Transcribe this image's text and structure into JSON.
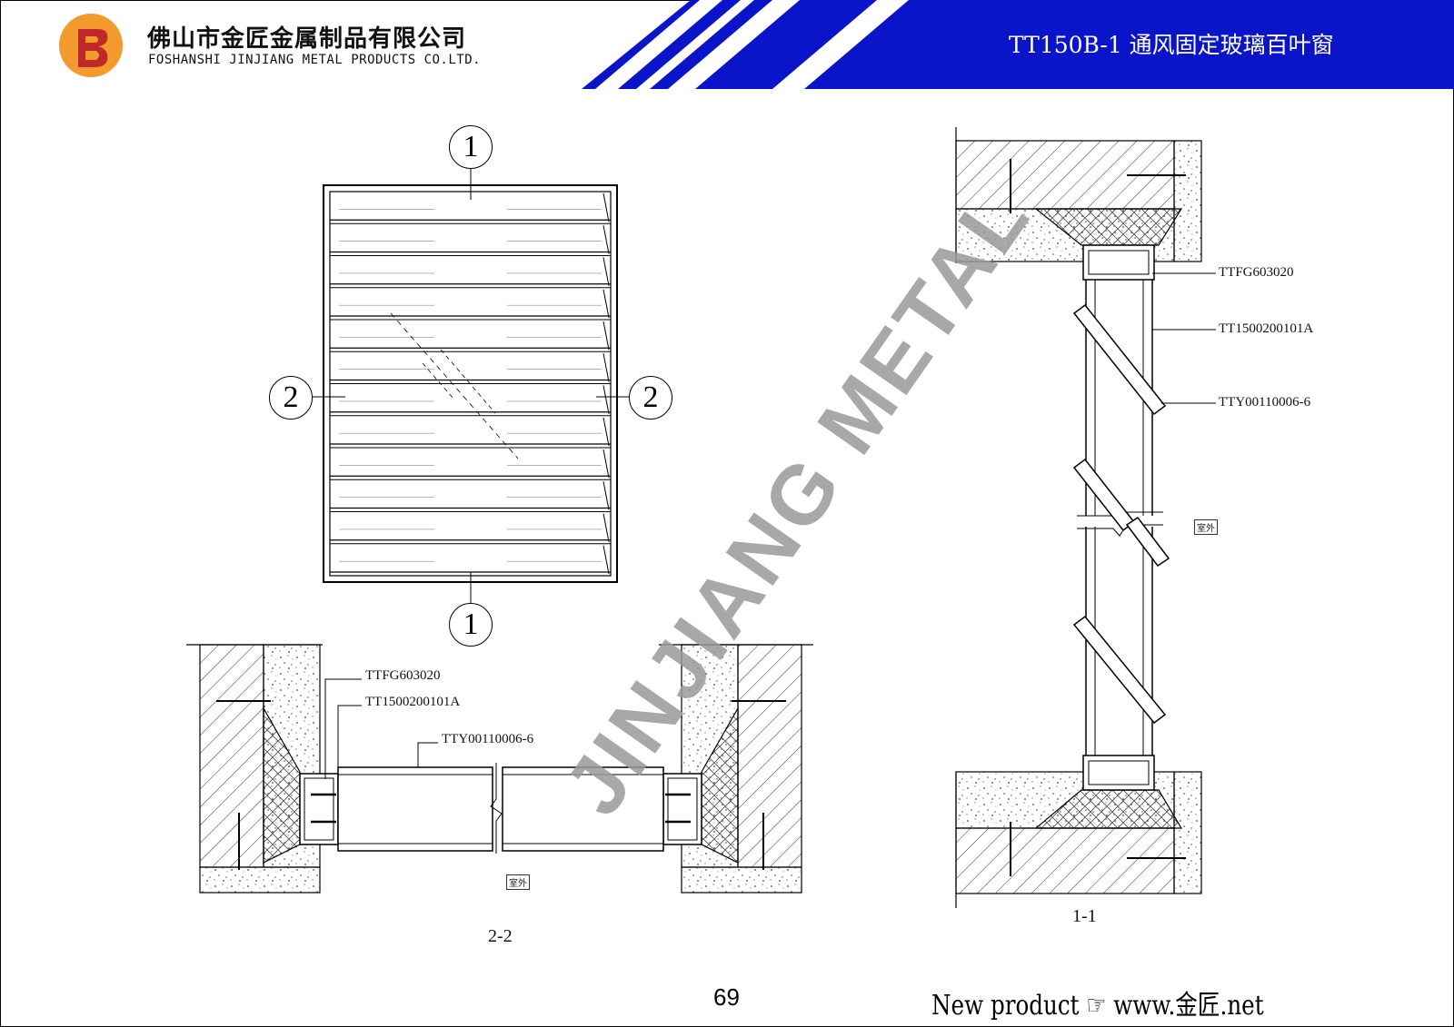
{
  "header": {
    "company_cn": "佛山市金匠金属制品有限公司",
    "company_en": "FOSHANSHI JINJIANG METAL PRODUCTS CO.LTD.",
    "title": "TT150B-1 通风固定玻璃百叶窗",
    "logo_icon": "jinjiang-logo-icon",
    "colors": {
      "banner": "#0a14c8",
      "logo_orange": "#f29a2e",
      "logo_red": "#c0282a"
    }
  },
  "watermark": "JINJIANG METAL",
  "elevation": {
    "callouts": {
      "top": "1",
      "bottom": "1",
      "left": "2",
      "right": "2"
    }
  },
  "section_2_2": {
    "labels": {
      "frame": "TTFG603020",
      "mullion": "TT1500200101A",
      "blade": "TTY00110006-6"
    },
    "outside_tag": "室外",
    "title": "2-2"
  },
  "section_1_1": {
    "labels": {
      "frame": "TTFG603020",
      "mullion": "TT1500200101A",
      "blade": "TTY00110006-6"
    },
    "outside_tag": "室外",
    "title": "1-1"
  },
  "footer": {
    "page_number": "69",
    "text": "New product ☞ www.金匠.net"
  }
}
